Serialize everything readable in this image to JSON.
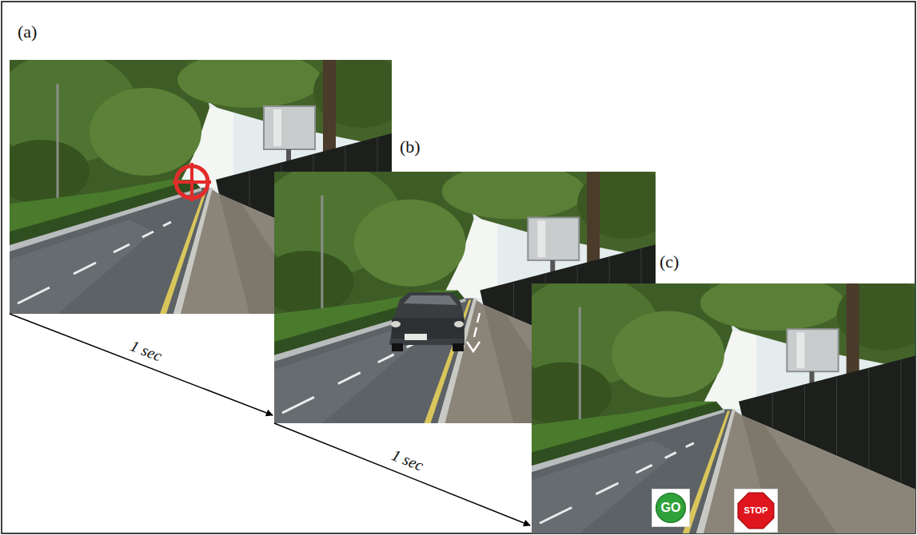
{
  "diagram": {
    "nodes": [
      {
        "text": [
          "(a)"
        ]
      },
      {
        "text": [
          "(b)"
        ]
      },
      {
        "text": [
          "(c)"
        ]
      },
      {
        "text": [
          "GO"
        ],
        "in": 2
      },
      {
        "text": [
          "STOP"
        ],
        "in": 2
      }
    ],
    "edges": [
      {
        "from": 0,
        "to": 1,
        "arrow": "to",
        "label": "1 sec"
      },
      {
        "from": 1,
        "to": 2,
        "arrow": "to",
        "label": "1 sec"
      }
    ]
  }
}
